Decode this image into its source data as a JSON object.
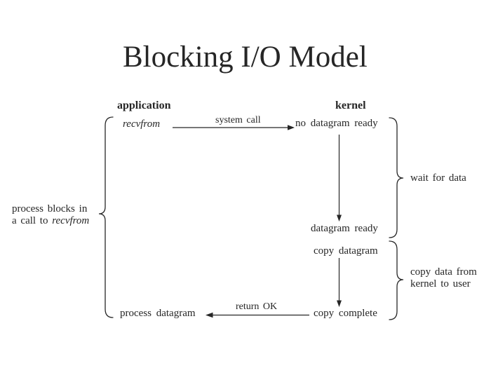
{
  "title": "Blocking I/O Model",
  "columns": {
    "application": "application",
    "kernel": "kernel"
  },
  "nodes": {
    "recvfrom": "recvfrom",
    "no_datagram_ready": "no datagram ready",
    "datagram_ready": "datagram ready",
    "copy_datagram": "copy datagram",
    "copy_complete": "copy complete",
    "process_datagram": "process datagram"
  },
  "arrow_labels": {
    "system_call": "system call",
    "return_ok": "return OK"
  },
  "braces": {
    "left_note": {
      "line1": "process blocks in",
      "line2_prefix": "a call to ",
      "line2_italic": "recvfrom"
    },
    "wait_note": "wait for data",
    "copy_note": {
      "line1": "copy data from",
      "line2": "kernel to user"
    }
  },
  "colors": {
    "ink": "#262626",
    "background": "#ffffff"
  }
}
